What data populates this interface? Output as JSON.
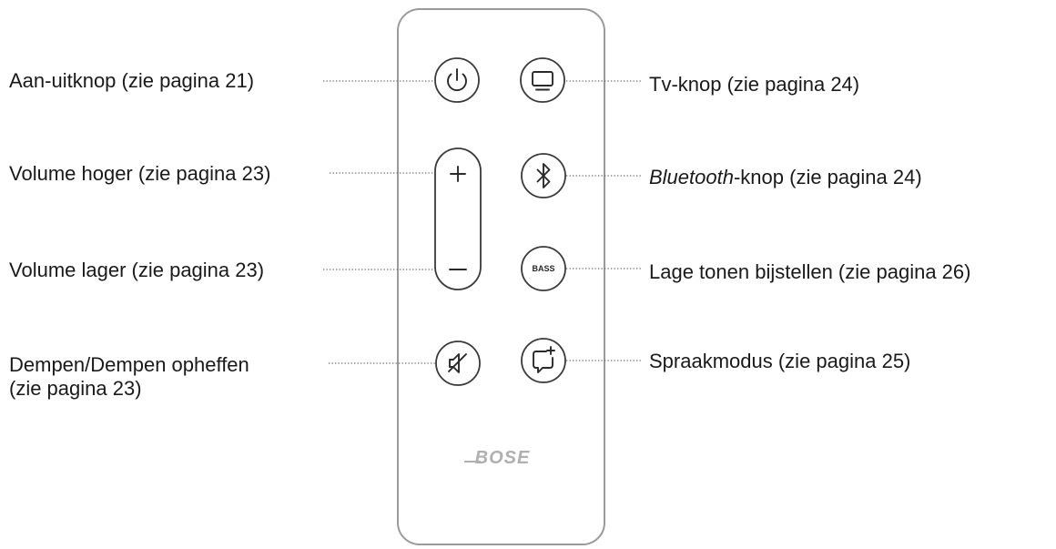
{
  "labels": {
    "power": "Aan-uitknop (zie pagina 21)",
    "volume_up": "Volume hoger (zie pagina 23)",
    "volume_down": "Volume lager (zie pagina 23)",
    "mute_line1": "Dempen/Dempen opheffen",
    "mute_line2": "(zie pagina 23)",
    "tv": "Tv-knop (zie pagina 24)",
    "bluetooth_italic": "Bluetooth",
    "bluetooth_rest": "-knop (zie pagina 24)",
    "bass": "Lage tonen bijstellen (zie pagina 26)",
    "speech": "Spraakmodus (zie pagina 25)"
  },
  "remote": {
    "bass_button_text": "BASS",
    "brand": "BOSE"
  },
  "icons": {
    "power": "power-icon",
    "tv": "tv-icon",
    "volume_up": "plus-icon",
    "volume_down": "minus-icon",
    "bluetooth": "bluetooth-icon",
    "mute": "mute-icon",
    "speech": "speech-bubble-plus-icon"
  },
  "colors": {
    "outline": "#3a3a3a",
    "text": "#1a1a1a",
    "leader": "#6a6a6a",
    "brand": "#b0b0b0"
  }
}
